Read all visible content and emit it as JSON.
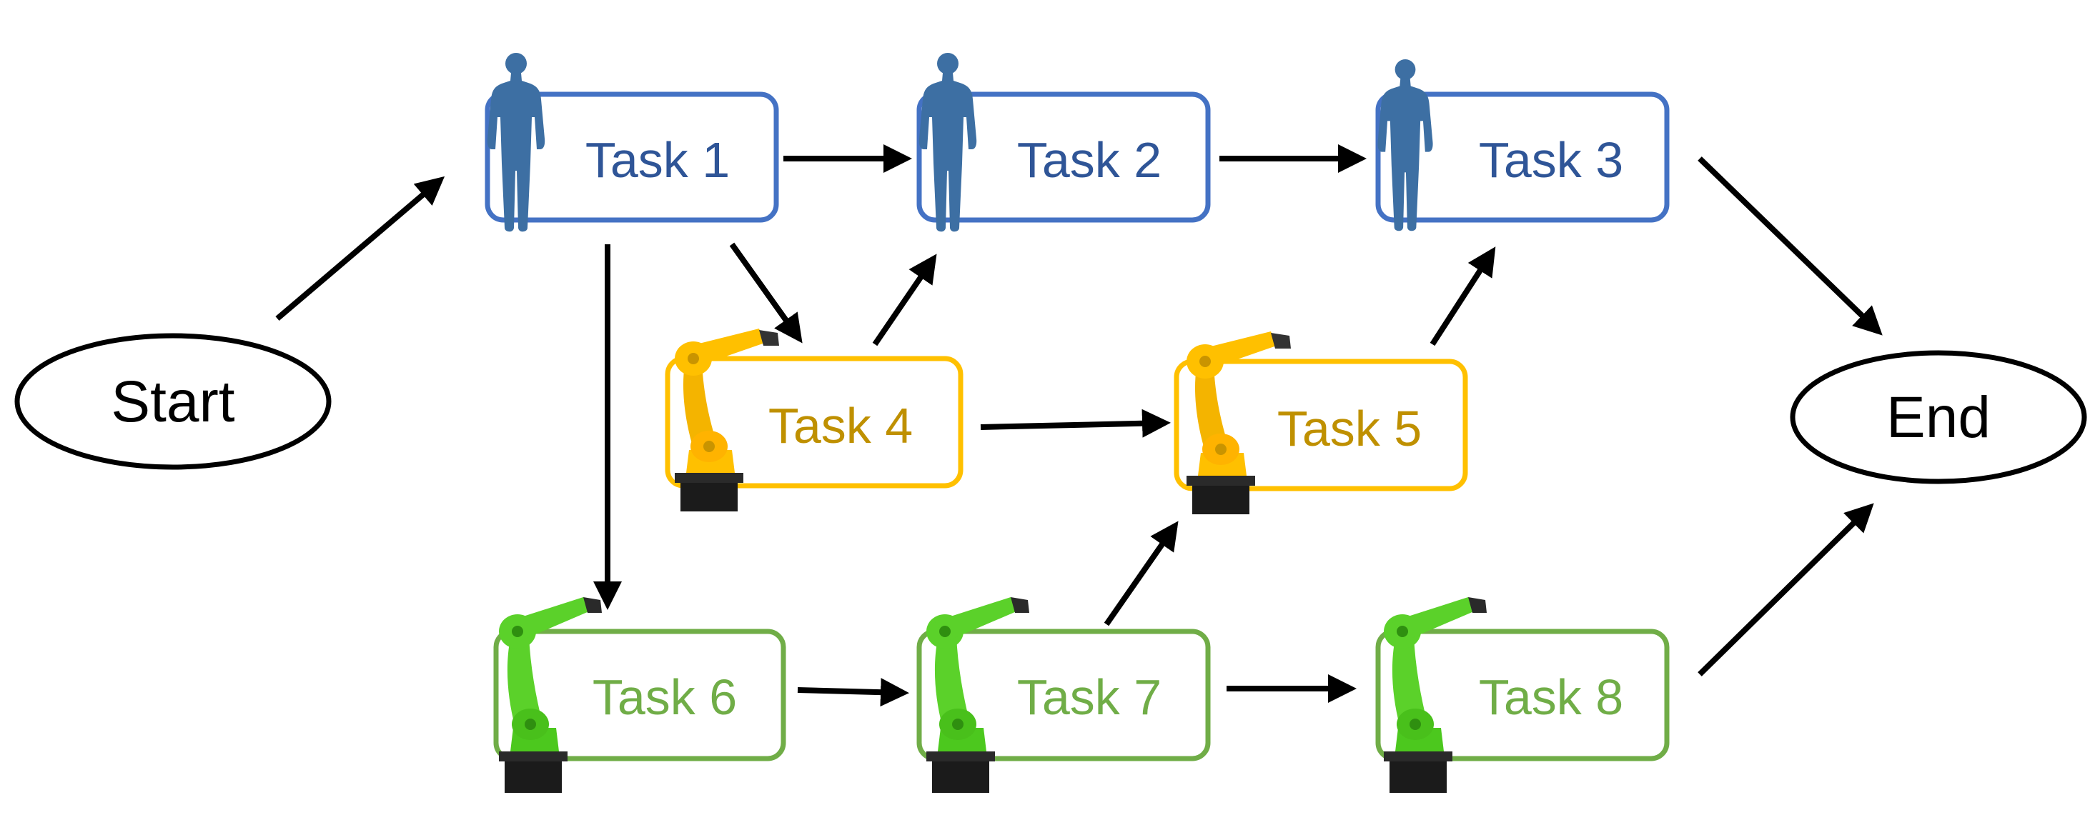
{
  "colors": {
    "human": "#4472C4",
    "human_text": "#2F5597",
    "human_icon": "#3D6FA3",
    "robot_yellow": "#FFC000",
    "robot_yellow_text": "#BF9000",
    "robot_green": "#70AD47",
    "robot_green_text": "#70AD47",
    "arrow": "#000000"
  },
  "terminals": {
    "start": "Start",
    "end": "End"
  },
  "tasks": [
    {
      "id": "task1",
      "label": "Task 1",
      "agent": "human",
      "icon": "human-figure-icon"
    },
    {
      "id": "task2",
      "label": "Task 2",
      "agent": "human",
      "icon": "human-figure-icon"
    },
    {
      "id": "task3",
      "label": "Task 3",
      "agent": "human",
      "icon": "human-figure-icon"
    },
    {
      "id": "task4",
      "label": "Task 4",
      "agent": "robot_yellow",
      "icon": "yellow-robot-arm-icon"
    },
    {
      "id": "task5",
      "label": "Task 5",
      "agent": "robot_yellow",
      "icon": "yellow-robot-arm-icon"
    },
    {
      "id": "task6",
      "label": "Task 6",
      "agent": "robot_green",
      "icon": "green-robot-arm-icon"
    },
    {
      "id": "task7",
      "label": "Task 7",
      "agent": "robot_green",
      "icon": "green-robot-arm-icon"
    },
    {
      "id": "task8",
      "label": "Task 8",
      "agent": "robot_green",
      "icon": "green-robot-arm-icon"
    }
  ],
  "edges": [
    {
      "from": "start",
      "to": "task1"
    },
    {
      "from": "task1",
      "to": "task2"
    },
    {
      "from": "task2",
      "to": "task3"
    },
    {
      "from": "task3",
      "to": "end"
    },
    {
      "from": "task1",
      "to": "task4"
    },
    {
      "from": "task4",
      "to": "task2"
    },
    {
      "from": "task4",
      "to": "task5"
    },
    {
      "from": "task5",
      "to": "task3"
    },
    {
      "from": "task1",
      "to": "task6"
    },
    {
      "from": "task6",
      "to": "task7"
    },
    {
      "from": "task7",
      "to": "task5"
    },
    {
      "from": "task7",
      "to": "task8"
    },
    {
      "from": "task8",
      "to": "end"
    }
  ]
}
